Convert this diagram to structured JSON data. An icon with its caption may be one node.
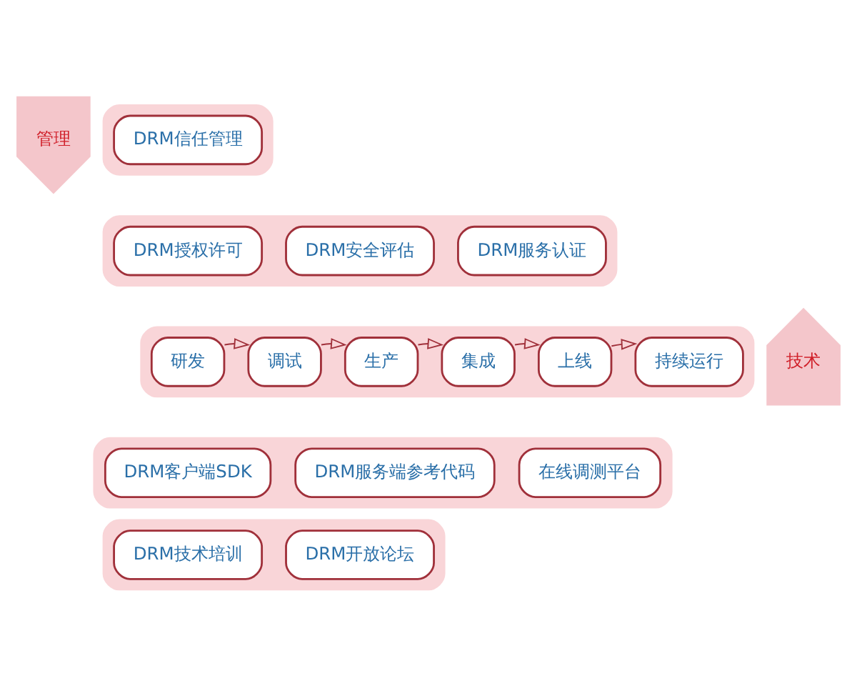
{
  "diagram": {
    "nodes": [
      {
        "text": [
          "管理"
        ]
      },
      {
        "text": [],
        "shape": "bar"
      },
      {
        "text": [
          "DRM信任管理"
        ],
        "in": 1
      },
      {
        "text": [],
        "shape": "bar"
      },
      {
        "text": [
          "DRM授权许可"
        ],
        "in": 3
      },
      {
        "text": [
          "DRM安全评估"
        ],
        "in": 3
      },
      {
        "text": [
          "DRM服务认证"
        ],
        "in": 3
      },
      {
        "text": [],
        "shape": "bar"
      },
      {
        "text": [
          "研发"
        ],
        "in": 7
      },
      {
        "text": [
          "调试"
        ],
        "in": 7
      },
      {
        "text": [
          "生产"
        ],
        "in": 7
      },
      {
        "text": [
          "集成"
        ],
        "in": 7
      },
      {
        "text": [
          "上线"
        ],
        "in": 7
      },
      {
        "text": [
          "持续运行"
        ],
        "in": 7
      },
      {
        "text": [
          "技术"
        ]
      },
      {
        "text": [],
        "shape": "bar"
      },
      {
        "text": [
          "DRM客户端SDK"
        ],
        "in": 15
      },
      {
        "text": [
          "DRM服务端参考代码"
        ],
        "in": 15
      },
      {
        "text": [
          "在线调测平台"
        ],
        "in": 15
      },
      {
        "text": [],
        "shape": "bar"
      },
      {
        "text": [
          "DRM技术培训"
        ],
        "in": 19
      },
      {
        "text": [
          "DRM开放论坛"
        ],
        "in": 19
      }
    ],
    "edges": [
      {
        "from": 8,
        "to": 9,
        "arrow": "to"
      },
      {
        "from": 9,
        "to": 10,
        "arrow": "to"
      },
      {
        "from": 10,
        "to": 11,
        "arrow": "to"
      },
      {
        "from": 11,
        "to": 12,
        "arrow": "to"
      },
      {
        "from": 12,
        "to": 13,
        "arrow": "to"
      }
    ]
  }
}
